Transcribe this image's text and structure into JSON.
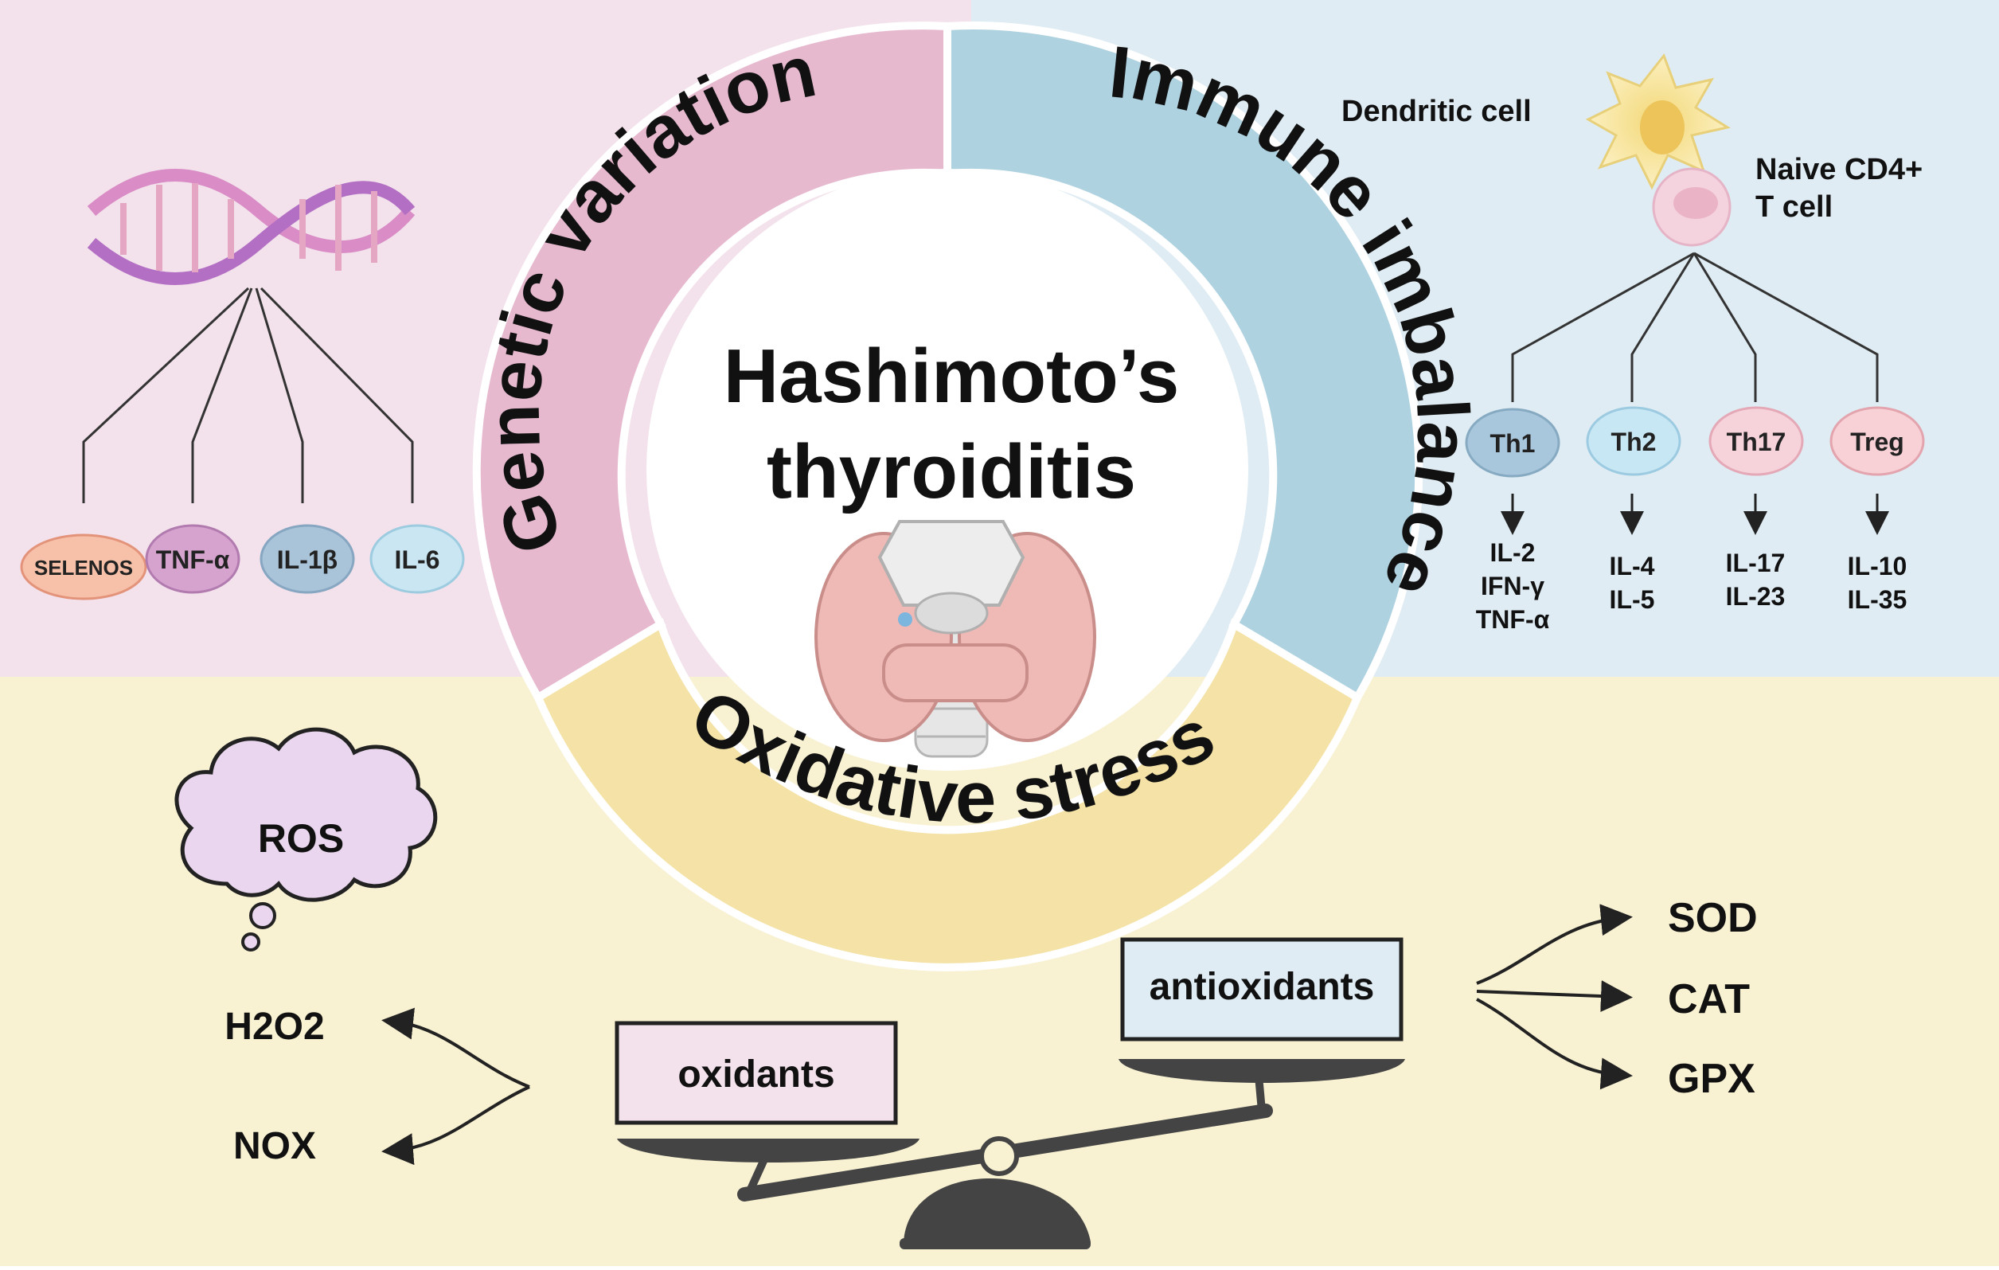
{
  "center": {
    "title_line1": "Hashimoto’s",
    "title_line2": "thyroiditis"
  },
  "ring": {
    "genetic": "Genetic variation",
    "immune": "Immune imbalance",
    "oxidative": "Oxidative stress"
  },
  "genetic_panel": {
    "genes": [
      {
        "label": "SELENOS",
        "color": "#f7c0a8"
      },
      {
        "label": "TNF-α",
        "color": "#d6a3cf"
      },
      {
        "label": "IL-1β",
        "color": "#a9c3d9"
      },
      {
        "label": "IL-6",
        "color": "#c9e6f2"
      }
    ]
  },
  "immune_panel": {
    "dendritic_label": "Dendritic cell",
    "naive_label_line1": "Naive CD4+",
    "naive_label_line2": "T cell",
    "cells": [
      {
        "label": "Th1",
        "color": "#a9c7dc",
        "cytokines": [
          "IL-2",
          "IFN-γ",
          "TNF-α"
        ]
      },
      {
        "label": "Th2",
        "color": "#c8e7f4",
        "cytokines": [
          "IL-4",
          "IL-5"
        ]
      },
      {
        "label": "Th17",
        "color": "#f6d3db",
        "cytokines": [
          "IL-17",
          "IL-23"
        ]
      },
      {
        "label": "Treg",
        "color": "#f7d1d6",
        "cytokines": [
          "IL-10",
          "IL-35"
        ]
      }
    ]
  },
  "oxidative_panel": {
    "ros_label": "ROS",
    "h2o2_label": "H2O2",
    "nox_label": "NOX",
    "oxidants_label": "oxidants",
    "antioxidants_label": "antioxidants",
    "enzymes": [
      "SOD",
      "CAT",
      "GPX"
    ]
  },
  "colors": {
    "genetic_bg": "#f3e2eb",
    "immune_bg": "#dfecf3",
    "oxidative_bg": "#f8f1d2",
    "genetic_ring": "#e7b9cf",
    "immune_ring": "#afd2e0",
    "oxidative_ring": "#f4e2a6"
  }
}
